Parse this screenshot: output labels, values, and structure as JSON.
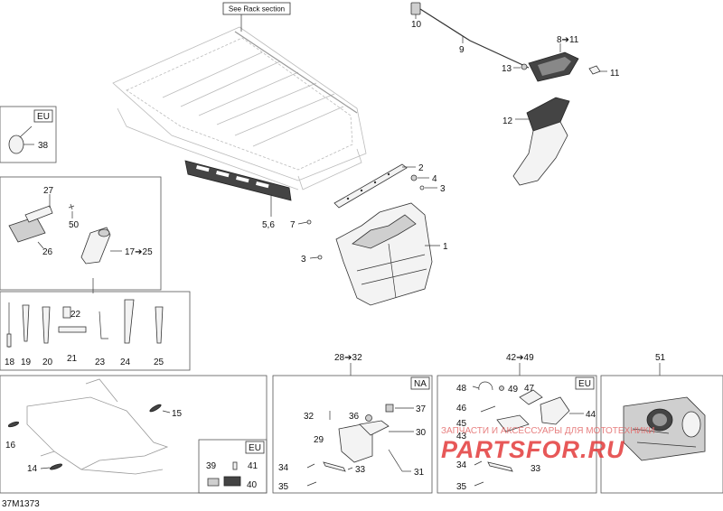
{
  "diagram_code": "37M1373",
  "rack_note": "See Rack section",
  "tags": {
    "eu": "EU",
    "na": "NA"
  },
  "callouts": {
    "c1": "1",
    "c2": "2",
    "c3a": "3",
    "c3b": "3",
    "c4": "4",
    "c56": "5,6",
    "c7": "7",
    "c8to11": "8➔11",
    "c9": "9",
    "c10": "10",
    "c11": "11",
    "c12": "12",
    "c13": "13",
    "c14": "14",
    "c15": "15",
    "c16": "16",
    "c17to25": "17➔25",
    "c18": "18",
    "c19": "19",
    "c20": "20",
    "c21": "21",
    "c22": "22",
    "c23": "23",
    "c24": "24",
    "c25": "25",
    "c26": "26",
    "c27": "27",
    "c28to32": "28➔32",
    "c29": "29",
    "c30": "30",
    "c31": "31",
    "c32": "32",
    "c33a": "33",
    "c33b": "33",
    "c34a": "34",
    "c34b": "34",
    "c35a": "35",
    "c35b": "35",
    "c36": "36",
    "c37": "37",
    "c38": "38",
    "c39": "39",
    "c40": "40",
    "c41": "41",
    "c42to49": "42➔49",
    "c43": "43",
    "c44": "44",
    "c45": "45",
    "c46": "46",
    "c47": "47",
    "c48": "48",
    "c49": "49",
    "c50": "50",
    "c51": "51"
  },
  "watermark": {
    "top": "ЗАПЧАСТИ И АКСЕССУАРЫ ДЛЯ МОТОТЕХНИКИ",
    "brand": "PARTSFOR.RU"
  },
  "colors": {
    "watermark": "#e33b3b",
    "line": "#333333"
  }
}
